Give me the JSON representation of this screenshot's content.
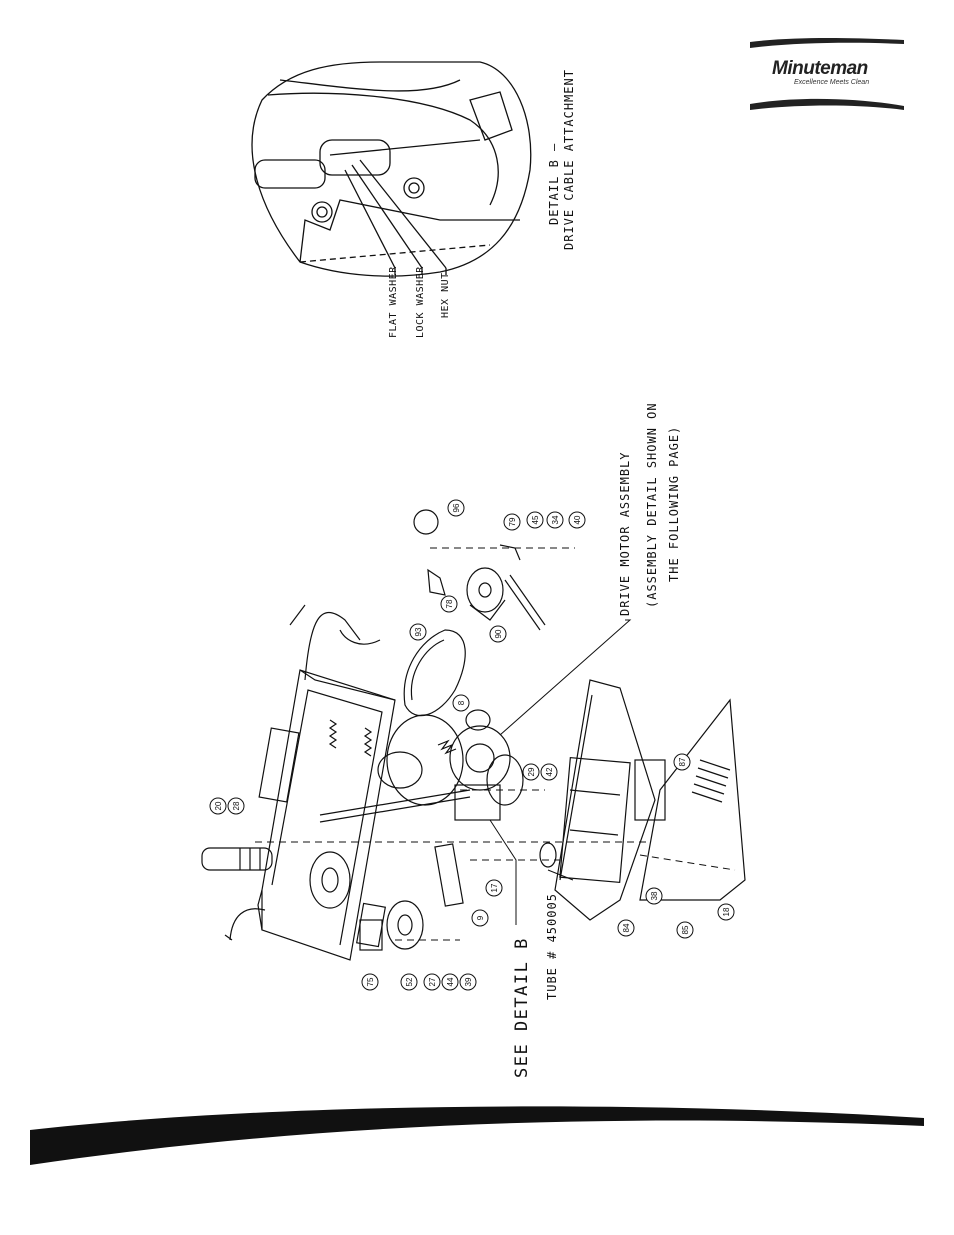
{
  "logo": {
    "brand": "Minuteman",
    "tagline": "Excellence Meets Clean"
  },
  "detail_b": {
    "title": "DETAIL B –",
    "subtitle": "DRIVE CABLE ATTACHMENT",
    "labels": [
      "FLAT WASHER",
      "LOCK WASHER",
      "HEX NUT"
    ]
  },
  "labels": {
    "see_detail": "SEE DETAIL B",
    "tube": "TUBE # 450005",
    "drive_motor_line1": "DRIVE MOTOR ASSEMBLY",
    "drive_motor_line2": "(ASSEMBLY DETAIL SHOWN ON",
    "drive_motor_line3": "THE FOLLOWING PAGE)"
  },
  "callouts": [
    "20",
    "28",
    "75",
    "52",
    "27",
    "44",
    "39",
    "9",
    "17",
    "8",
    "93",
    "29",
    "42",
    "78",
    "90",
    "96",
    "79",
    "45",
    "34",
    "40",
    "84",
    "38",
    "85",
    "18",
    "87"
  ],
  "colors": {
    "ink": "#111111",
    "band": "#111111"
  }
}
